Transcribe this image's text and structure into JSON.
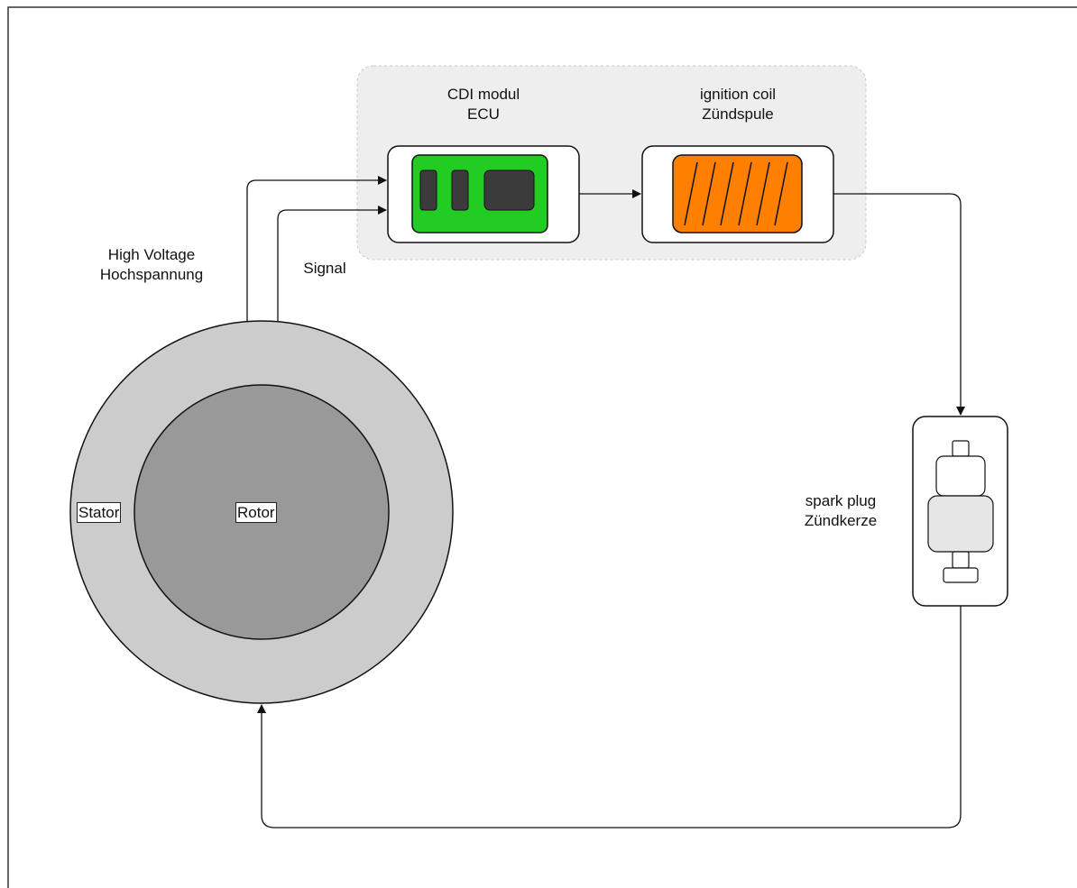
{
  "diagram": {
    "cdi": {
      "line1": "CDI modul",
      "line2": "ECU"
    },
    "coil": {
      "line1": "ignition coil",
      "line2": "Zündspule"
    },
    "high_voltage": {
      "line1": "High Voltage",
      "line2": "Hochspannung"
    },
    "signal": "Signal",
    "stator": "Stator",
    "rotor": "Rotor",
    "spark_plug": {
      "line1": "spark plug",
      "line2": "Zündkerze"
    }
  },
  "colors": {
    "group_background": "#eeeeee",
    "ecu_board": "#22cc22",
    "ecu_chip": "#3b3b3b",
    "coil_fill": "#ff8000",
    "stator": "#cccccc",
    "rotor": "#999999",
    "plug": "#e6e6e6"
  }
}
